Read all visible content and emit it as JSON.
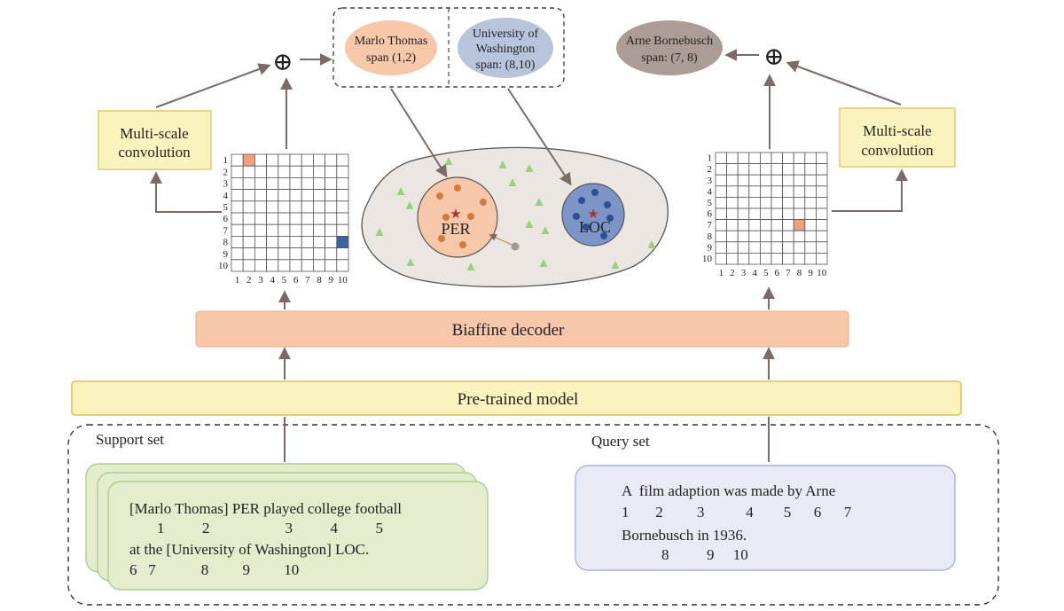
{
  "top_spans": {
    "support_span_1": {
      "name": "Marlo Thomas",
      "span": "span (1,2)"
    },
    "support_span_2": {
      "name_line1": "University of",
      "name_line2": "Washington",
      "span": "span: (8,10)"
    },
    "query_span": {
      "name": "Arne Bornebusch",
      "span": "span: (7, 8)"
    }
  },
  "operators": {
    "concat_symbol": "⊕"
  },
  "modules": {
    "conv_left_line1": "Multi-scale",
    "conv_left_line2": "convolution",
    "conv_right_line1": "Multi-scale",
    "conv_right_line2": "convolution",
    "biaffine": "Biaffine decoder",
    "pretrained": "Pre-trained model"
  },
  "prototype_space": {
    "per_label": "PER",
    "loc_label": "LOC"
  },
  "matrix": {
    "row_labels": [
      "1",
      "2",
      "3",
      "4",
      "5",
      "6",
      "7",
      "8",
      "9",
      "10"
    ],
    "col_labels": [
      "1",
      "2",
      "3",
      "4",
      "5",
      "6",
      "7",
      "8",
      "9",
      "10"
    ]
  },
  "support_set": {
    "title": "Support set",
    "line1": "[Marlo Thomas] PER played college football",
    "line2": "1          2                    3          4          5",
    "line3": "at the [University of Washington] LOC.",
    "line4": "6   7            8         9         10"
  },
  "query_set": {
    "title": "Query set",
    "line1": "A  film adaption was made by Arne",
    "line2": "1       2         3           4        5      6      7",
    "line3": "Bornebusch in 1936.",
    "line4": "8          9     10"
  },
  "colors": {
    "orange": "#f6c7a9",
    "blue_node": "#b8c4dc",
    "gray_node": "#ab9d95",
    "yellow": "#fbf3bd",
    "yellow_border": "#e3c968",
    "green_card": "#e3eccd",
    "green_border": "#a9cf8d",
    "query_card": "#e8ebf5",
    "query_border": "#aab3d6",
    "cell_orange": "#f0a07a",
    "cell_blue": "#3d62a3",
    "arrow": "#7a6b67"
  }
}
